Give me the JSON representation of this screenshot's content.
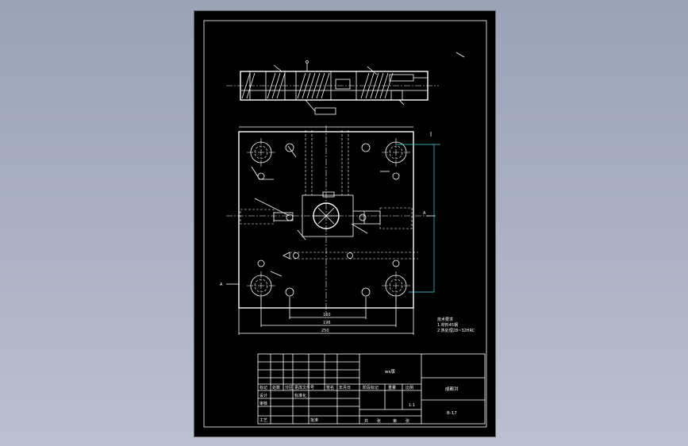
{
  "drawing": {
    "title": "ws版",
    "section_labels": {
      "left": "A",
      "right": "A"
    },
    "dimensions": {
      "overall_width": "250",
      "inner_width": "160",
      "mid_width": "196"
    },
    "notes": [
      "技术要求",
      "1.材料45钢",
      "2.热处理28~32HRC"
    ]
  },
  "title_block": {
    "part_name": "ws版",
    "company": "成都洪",
    "drawing_no": "B-17",
    "scale": "1:1",
    "col_headers": [
      "标记",
      "处数",
      "分区",
      "更改文件号",
      "签名",
      "年月日"
    ],
    "rows": [
      [
        "设计",
        "",
        "标准化",
        "",
        ""
      ],
      [
        "审核",
        "",
        "",
        "",
        ""
      ],
      [
        "工艺",
        "",
        "批准",
        "",
        ""
      ]
    ],
    "stage_headers": [
      "阶段标记",
      "重量",
      "比例"
    ],
    "sheet_info": [
      "共",
      "张",
      "第",
      "张"
    ]
  }
}
